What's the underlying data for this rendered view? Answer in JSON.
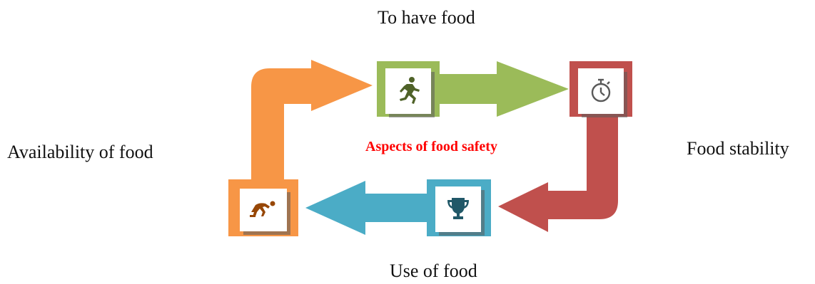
{
  "labels": {
    "top": "To have food",
    "left": "Availability of food",
    "right": "Food stability",
    "bottom": "Use of food"
  },
  "center_title": "Aspects of food safety",
  "colors": {
    "orange": "#F79646",
    "green": "#9BBB59",
    "red": "#C0504D",
    "blue": "#4BACC6",
    "title_red": "#FF0000",
    "icon_green": "#4F6228",
    "icon_gray": "#595959",
    "icon_blue": "#215868",
    "icon_brown": "#974706"
  },
  "icons": {
    "green_box": "running-person-icon",
    "red_box": "stopwatch-icon",
    "blue_box": "trophy-icon",
    "orange_box": "starting-block-runner-icon"
  }
}
